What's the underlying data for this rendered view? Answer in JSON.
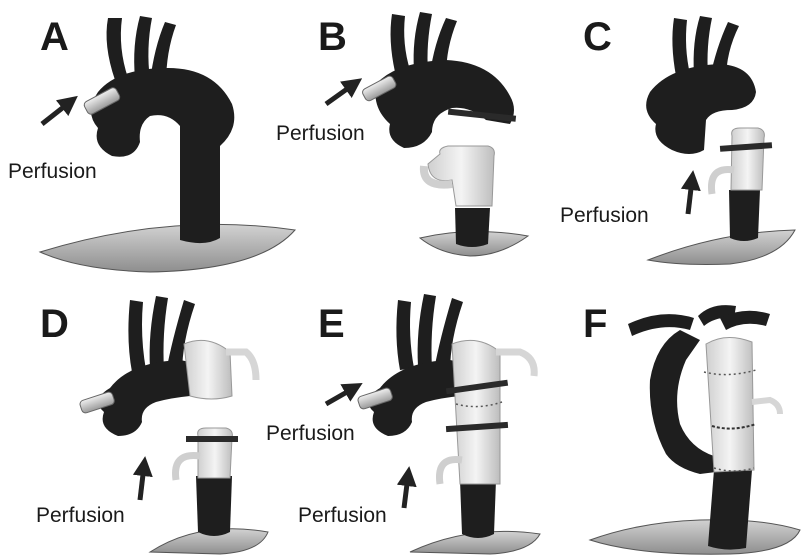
{
  "panels": [
    {
      "letter": "A",
      "label": "Perfusion"
    },
    {
      "letter": "B",
      "label": "Perfusion"
    },
    {
      "letter": "C",
      "label": "Perfusion"
    },
    {
      "letter": "D",
      "label": "Perfusion"
    },
    {
      "letter": "E",
      "label_1": "Perfusion",
      "label_2": "Perfusion"
    },
    {
      "letter": "F"
    }
  ],
  "colors": {
    "aorta": "#1e1e1e",
    "graft": "#e2e2e2",
    "base": "#bcbcbc",
    "arrow": "#222222"
  }
}
